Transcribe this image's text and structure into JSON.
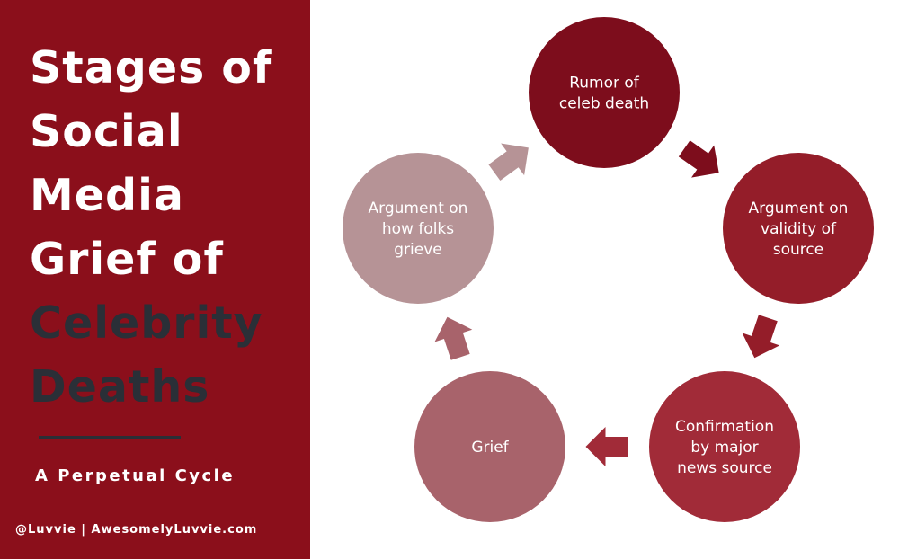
{
  "title": {
    "lines": [
      "Stages of",
      "Social",
      "Media",
      "Grief of"
    ],
    "emphasis_lines": [
      "Celebrity",
      "Deaths"
    ]
  },
  "subtitle": "A Perpetual Cycle",
  "credit": "@Luvvie | AwesomelyLuvvie.com",
  "colors": {
    "panel": "#8b0f1b",
    "emphasis_text": "#2a2f37"
  },
  "stages": [
    {
      "lines": [
        "Rumor of",
        "celeb death"
      ],
      "color": "#7d0d1c"
    },
    {
      "lines": [
        "Argument on",
        "validity of",
        "source"
      ],
      "color": "#941d29"
    },
    {
      "lines": [
        "Confirmation",
        "by major",
        "news source"
      ],
      "color": "#a12b38"
    },
    {
      "lines": [
        "Grief"
      ],
      "color": "#a8636b"
    },
    {
      "lines": [
        "Argument on",
        "how folks",
        "grieve"
      ],
      "color": "#b69396"
    }
  ]
}
